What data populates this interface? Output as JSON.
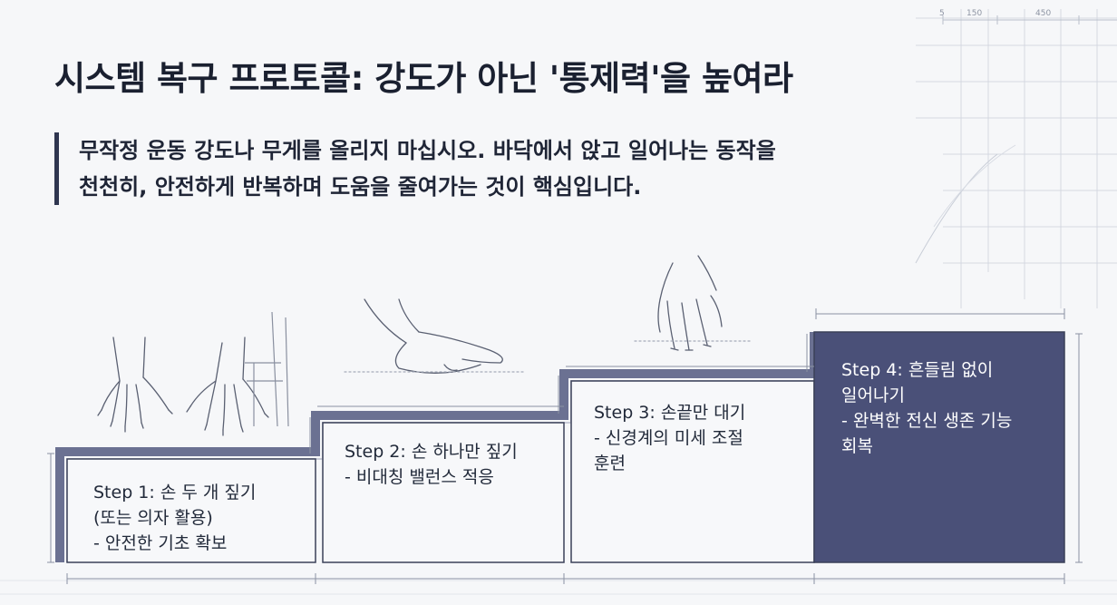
{
  "title": "시스템 복구 프로토콜: 강도가 아닌 '통제력'을 높여라",
  "subtitle": {
    "line1": "무작정 운동 강도나 무게를 올리지 마십시오. 바닥에서 앉고 일어나는 동작을",
    "line2": "천천히, 안전하게 반복하며 도움을 줄여가는 것이 핵심입니다."
  },
  "steps": [
    {
      "title": "Step 1: 손 두 개 짚기",
      "line2": "(또는 의자 활용)",
      "line3": "- 안전한 기초 확보"
    },
    {
      "title": "Step 2: 손 하나만 짚기",
      "line2": "- 비대칭 밸런스 적응"
    },
    {
      "title": "Step 3: 손끝만 대기",
      "line2": "- 신경계의 미세 조절",
      "line3": "훈련"
    },
    {
      "title": "Step 4: 흔들림 없이",
      "line2": "일어나기",
      "line3": "- 완벽한 전신 생존 기능",
      "line4": "회복"
    }
  ],
  "ruler": {
    "tick1": "5",
    "tick2": "150",
    "tick3": "450"
  },
  "icons": [
    "two-hands-icon",
    "chair-icon",
    "one-hand-icon",
    "fingertips-icon"
  ],
  "colors": {
    "accent": "#4a5078",
    "line": "#3a4058",
    "background": "#f6f7f9"
  }
}
